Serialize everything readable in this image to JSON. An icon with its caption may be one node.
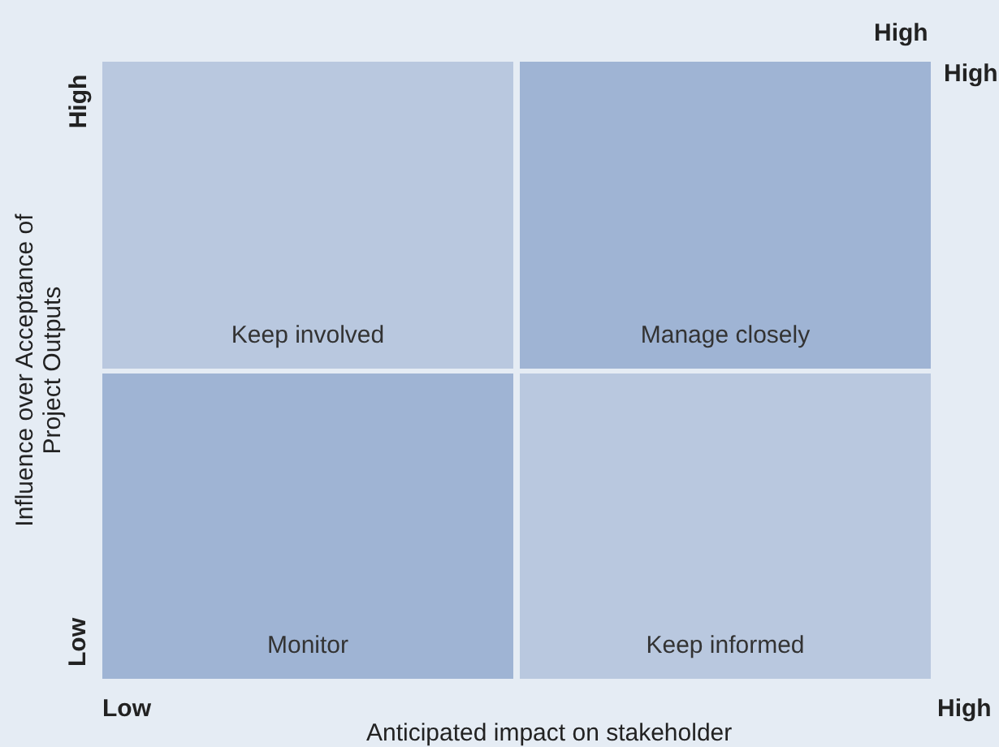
{
  "diagram": {
    "nodes": [
      {
        "text": [
          "Keep involved"
        ]
      },
      {
        "text": [
          "Manage closely"
        ]
      },
      {
        "text": [
          "Monitor"
        ]
      },
      {
        "text": [
          "Keep informed"
        ]
      }
    ],
    "labels": [
      "High",
      "High",
      "High",
      "Influence over Acceptance of Project Outputs",
      "Low",
      "Low",
      "High",
      "Anticipated impact on stakeholder"
    ]
  }
}
